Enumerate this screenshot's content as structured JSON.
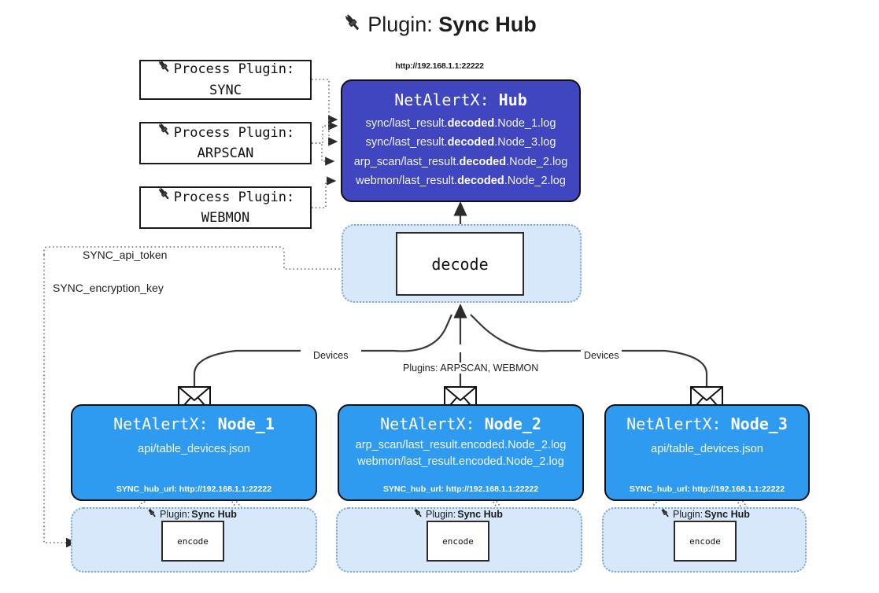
{
  "title": {
    "icon": "plug-icon",
    "label": "Plugin:",
    "value": "Sync Hub"
  },
  "process_plugins": [
    {
      "icon": "plug-icon",
      "label": "Process Plugin:",
      "name": "SYNC"
    },
    {
      "icon": "plug-icon",
      "label": "Process Plugin:",
      "name": "ARPSCAN"
    },
    {
      "icon": "plug-icon",
      "label": "Process Plugin:",
      "name": "WEBMON"
    }
  ],
  "hub": {
    "url": "http://192.168.1.1:22222",
    "title_prefix": "NetAlertX:",
    "title_name": "Hub",
    "logs": [
      {
        "pre": "sync/last_result.",
        "mid": "decoded",
        "post": ".Node_1.log"
      },
      {
        "pre": "sync/last_result.",
        "mid": "decoded",
        "post": ".Node_3.log"
      },
      {
        "pre": "arp_scan/last_result.",
        "mid": "decoded",
        "post": ".Node_2.log"
      },
      {
        "pre": "webmon/last_result.",
        "mid": "decoded",
        "post": ".Node_2.log"
      }
    ]
  },
  "decode": {
    "label": "decode"
  },
  "secrets": [
    {
      "label": "SYNC_api_token"
    },
    {
      "label": "SYNC_encryption_key"
    }
  ],
  "edge_labels": {
    "devices_left": "Devices",
    "devices_right": "Devices",
    "plugins_center": "Plugins: ARPSCAN, WEBMON"
  },
  "nodes": [
    {
      "icon": "envelope-icon",
      "title_prefix": "NetAlertX:",
      "title_name": "Node_1",
      "lines": [
        {
          "pre": "api/table_devices.json",
          "mid": "",
          "post": ""
        }
      ],
      "footer": "SYNC_hub_url: http://192.168.1.1:22222",
      "encode": {
        "plugin_label": "Plugin:",
        "plugin_value": "Sync Hub",
        "label": "encode",
        "icon": "plug-icon"
      }
    },
    {
      "icon": "envelope-icon",
      "title_prefix": "NetAlertX:",
      "title_name": "Node_2",
      "lines": [
        {
          "pre": "arp_scan/last_result.encoded.Node_2.log",
          "mid": "",
          "post": ""
        },
        {
          "pre": "webmon/last_result.encoded.Node_2.log",
          "mid": "",
          "post": ""
        }
      ],
      "footer": "SYNC_hub_url: http://192.168.1.1:22222",
      "encode": {
        "plugin_label": "Plugin:",
        "plugin_value": "Sync Hub",
        "label": "encode",
        "icon": "plug-icon"
      }
    },
    {
      "icon": "envelope-icon",
      "title_prefix": "NetAlertX:",
      "title_name": "Node_3",
      "lines": [
        {
          "pre": "api/table_devices.json",
          "mid": "",
          "post": ""
        }
      ],
      "footer": "SYNC_hub_url: http://192.168.1.1:22222",
      "encode": {
        "plugin_label": "Plugin:",
        "plugin_value": "Sync Hub",
        "label": "encode",
        "icon": "plug-icon"
      }
    }
  ],
  "colors": {
    "hub": "#4046bf",
    "node": "#2e9af0",
    "container": "#d6e8fa",
    "stroke": "#111111",
    "dotted": "#7fa8cc"
  }
}
